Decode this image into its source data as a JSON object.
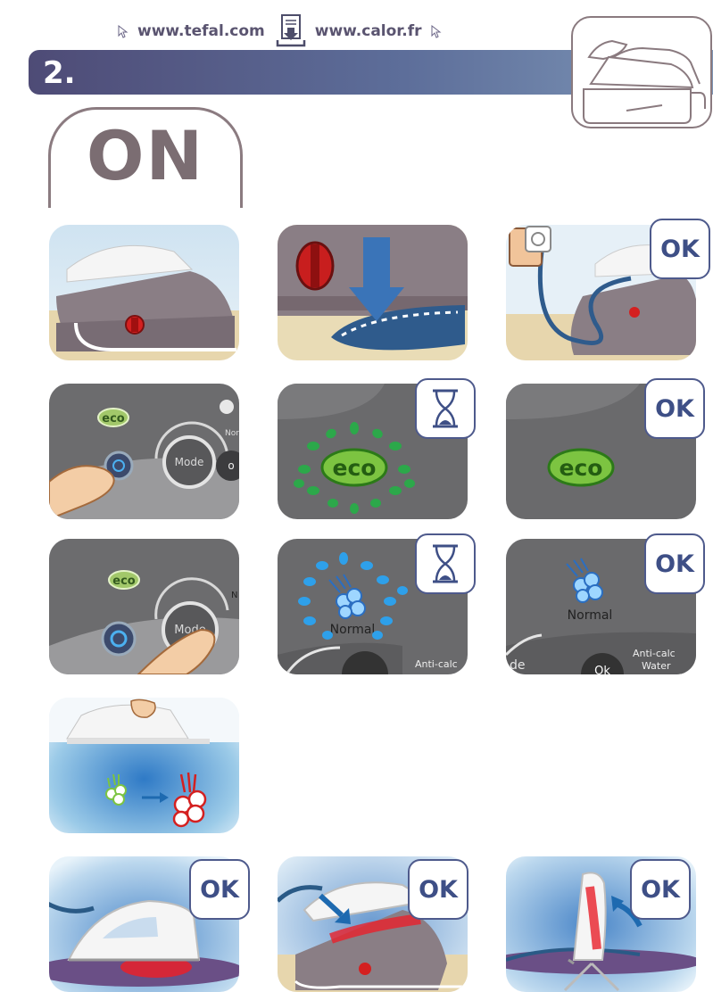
{
  "header": {
    "link1": "www.tefal.com",
    "link2": "www.calor.fr",
    "step_number": "2.",
    "section_title": "ON"
  },
  "badges": {
    "ok": "OK"
  },
  "panel": {
    "eco": "eco",
    "mode": "Mode",
    "normal": "Normal",
    "norma_cut": "Norma",
    "n_cut": "N",
    "anticalc": "Anti-calc",
    "water": "Water",
    "de_cut": "de",
    "o_cut": "o",
    "ok_cut": "Ok"
  },
  "colors": {
    "accent": "#3e4f86",
    "band_start": "#4e4b76",
    "panel_gray": "#6a6a6c",
    "eco_green": "#7ec23c",
    "steam_blue": "#1e9ee0",
    "heat_red": "#e8202a"
  }
}
